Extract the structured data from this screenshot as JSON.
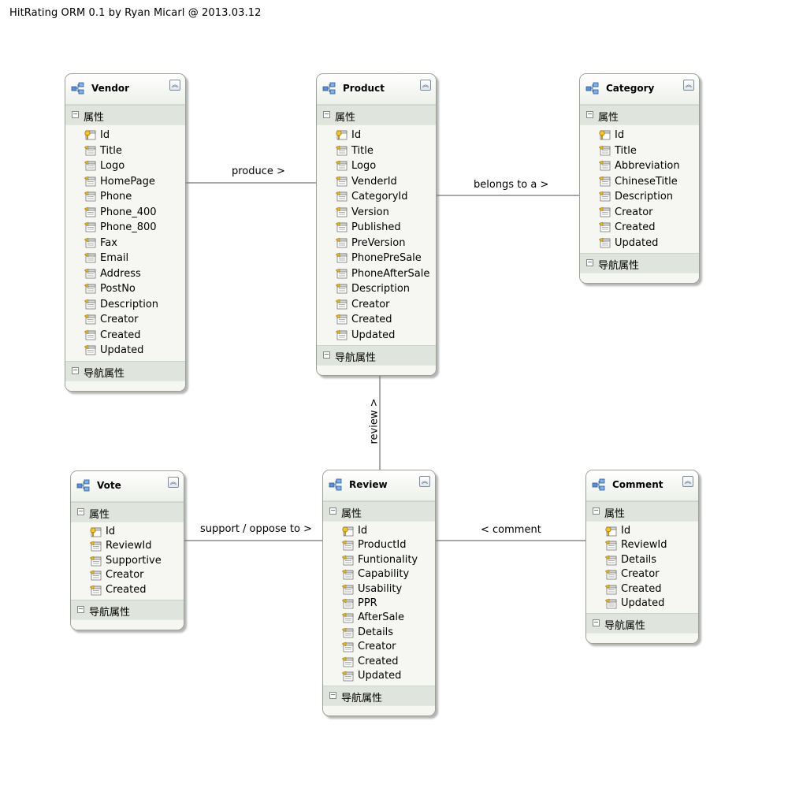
{
  "title": "HitRating ORM 0.1 by Ryan Micarl @ 2013.03.12",
  "section_props_label": "属性",
  "section_nav_label": "导航属性",
  "collapse_glyph": "︽",
  "icons": {
    "entity": "entity-icon",
    "key": "key-icon",
    "property": "property-icon",
    "collapse": "collapse-icon",
    "section_toggle": "minus-icon"
  },
  "colors": {
    "entity_fill": "#f6f7f3",
    "entity_border": "#9aa296",
    "section_fill": "#dfe4dc",
    "connector": "#8a8a8a"
  },
  "entities": {
    "vendor": {
      "name": "Vendor",
      "properties": [
        "Id",
        "Title",
        "Logo",
        "HomePage",
        "Phone",
        "Phone_400",
        "Phone_800",
        "Fax",
        "Email",
        "Address",
        "PostNo",
        "Description",
        "Creator",
        "Created",
        "Updated"
      ]
    },
    "product": {
      "name": "Product",
      "properties": [
        "Id",
        "Title",
        "Logo",
        "VenderId",
        "CategoryId",
        "Version",
        "Published",
        "PreVersion",
        "PhonePreSale",
        "PhoneAfterSale",
        "Description",
        "Creator",
        "Created",
        "Updated"
      ]
    },
    "category": {
      "name": "Category",
      "properties": [
        "Id",
        "Title",
        "Abbreviation",
        "ChineseTitle",
        "Description",
        "Creator",
        "Created",
        "Updated"
      ]
    },
    "vote": {
      "name": "Vote",
      "properties": [
        "Id",
        "ReviewId",
        "Supportive",
        "Creator",
        "Created"
      ]
    },
    "review": {
      "name": "Review",
      "properties": [
        "Id",
        "ProductId",
        "Funtionality",
        "Capability",
        "Usability",
        "PPR",
        "AfterSale",
        "Details",
        "Creator",
        "Created",
        "Updated"
      ]
    },
    "comment": {
      "name": "Comment",
      "properties": [
        "Id",
        "ReviewId",
        "Details",
        "Creator",
        "Created",
        "Updated"
      ]
    }
  },
  "relationships": {
    "vendor_product": "produce >",
    "product_category": "belongs to a >",
    "product_review": "review >",
    "vote_review": "support / oppose to >",
    "comment_review": "< comment"
  }
}
